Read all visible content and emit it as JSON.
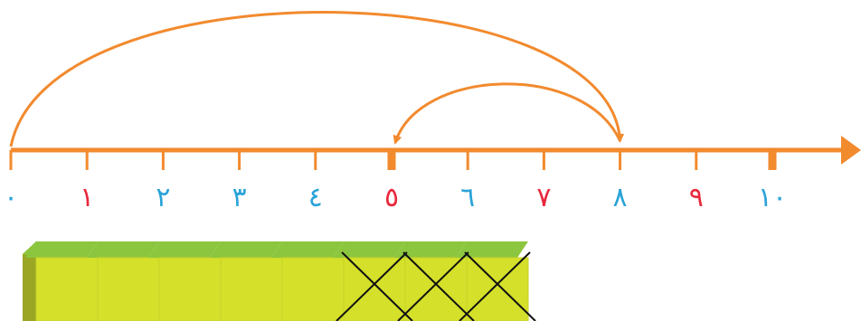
{
  "number_line": {
    "labels": [
      "٠",
      "١",
      "٢",
      "٣",
      "٤",
      "٥",
      "٦",
      "٧",
      "٨",
      "٩",
      "١٠"
    ],
    "label_colors": [
      "#2aa3d8",
      "#e8283c",
      "#2aa3d8",
      "#2aa3d8",
      "#2aa3d8",
      "#e8283c",
      "#2aa3d8",
      "#e8283c",
      "#2aa3d8",
      "#e8283c",
      "#2aa3d8"
    ],
    "major_ticks": [
      0,
      5,
      10
    ],
    "line_color": "#f28a2e",
    "jumps": [
      {
        "from": 0,
        "to": 8
      },
      {
        "from": 8,
        "to": 5
      }
    ]
  },
  "blocks": {
    "count": 8,
    "crossed": [
      6,
      7,
      8
    ],
    "front_color": "#d4e02a",
    "top_color": "#8cc63f",
    "side_color": "#9aa624",
    "cross_color": "#111111"
  }
}
